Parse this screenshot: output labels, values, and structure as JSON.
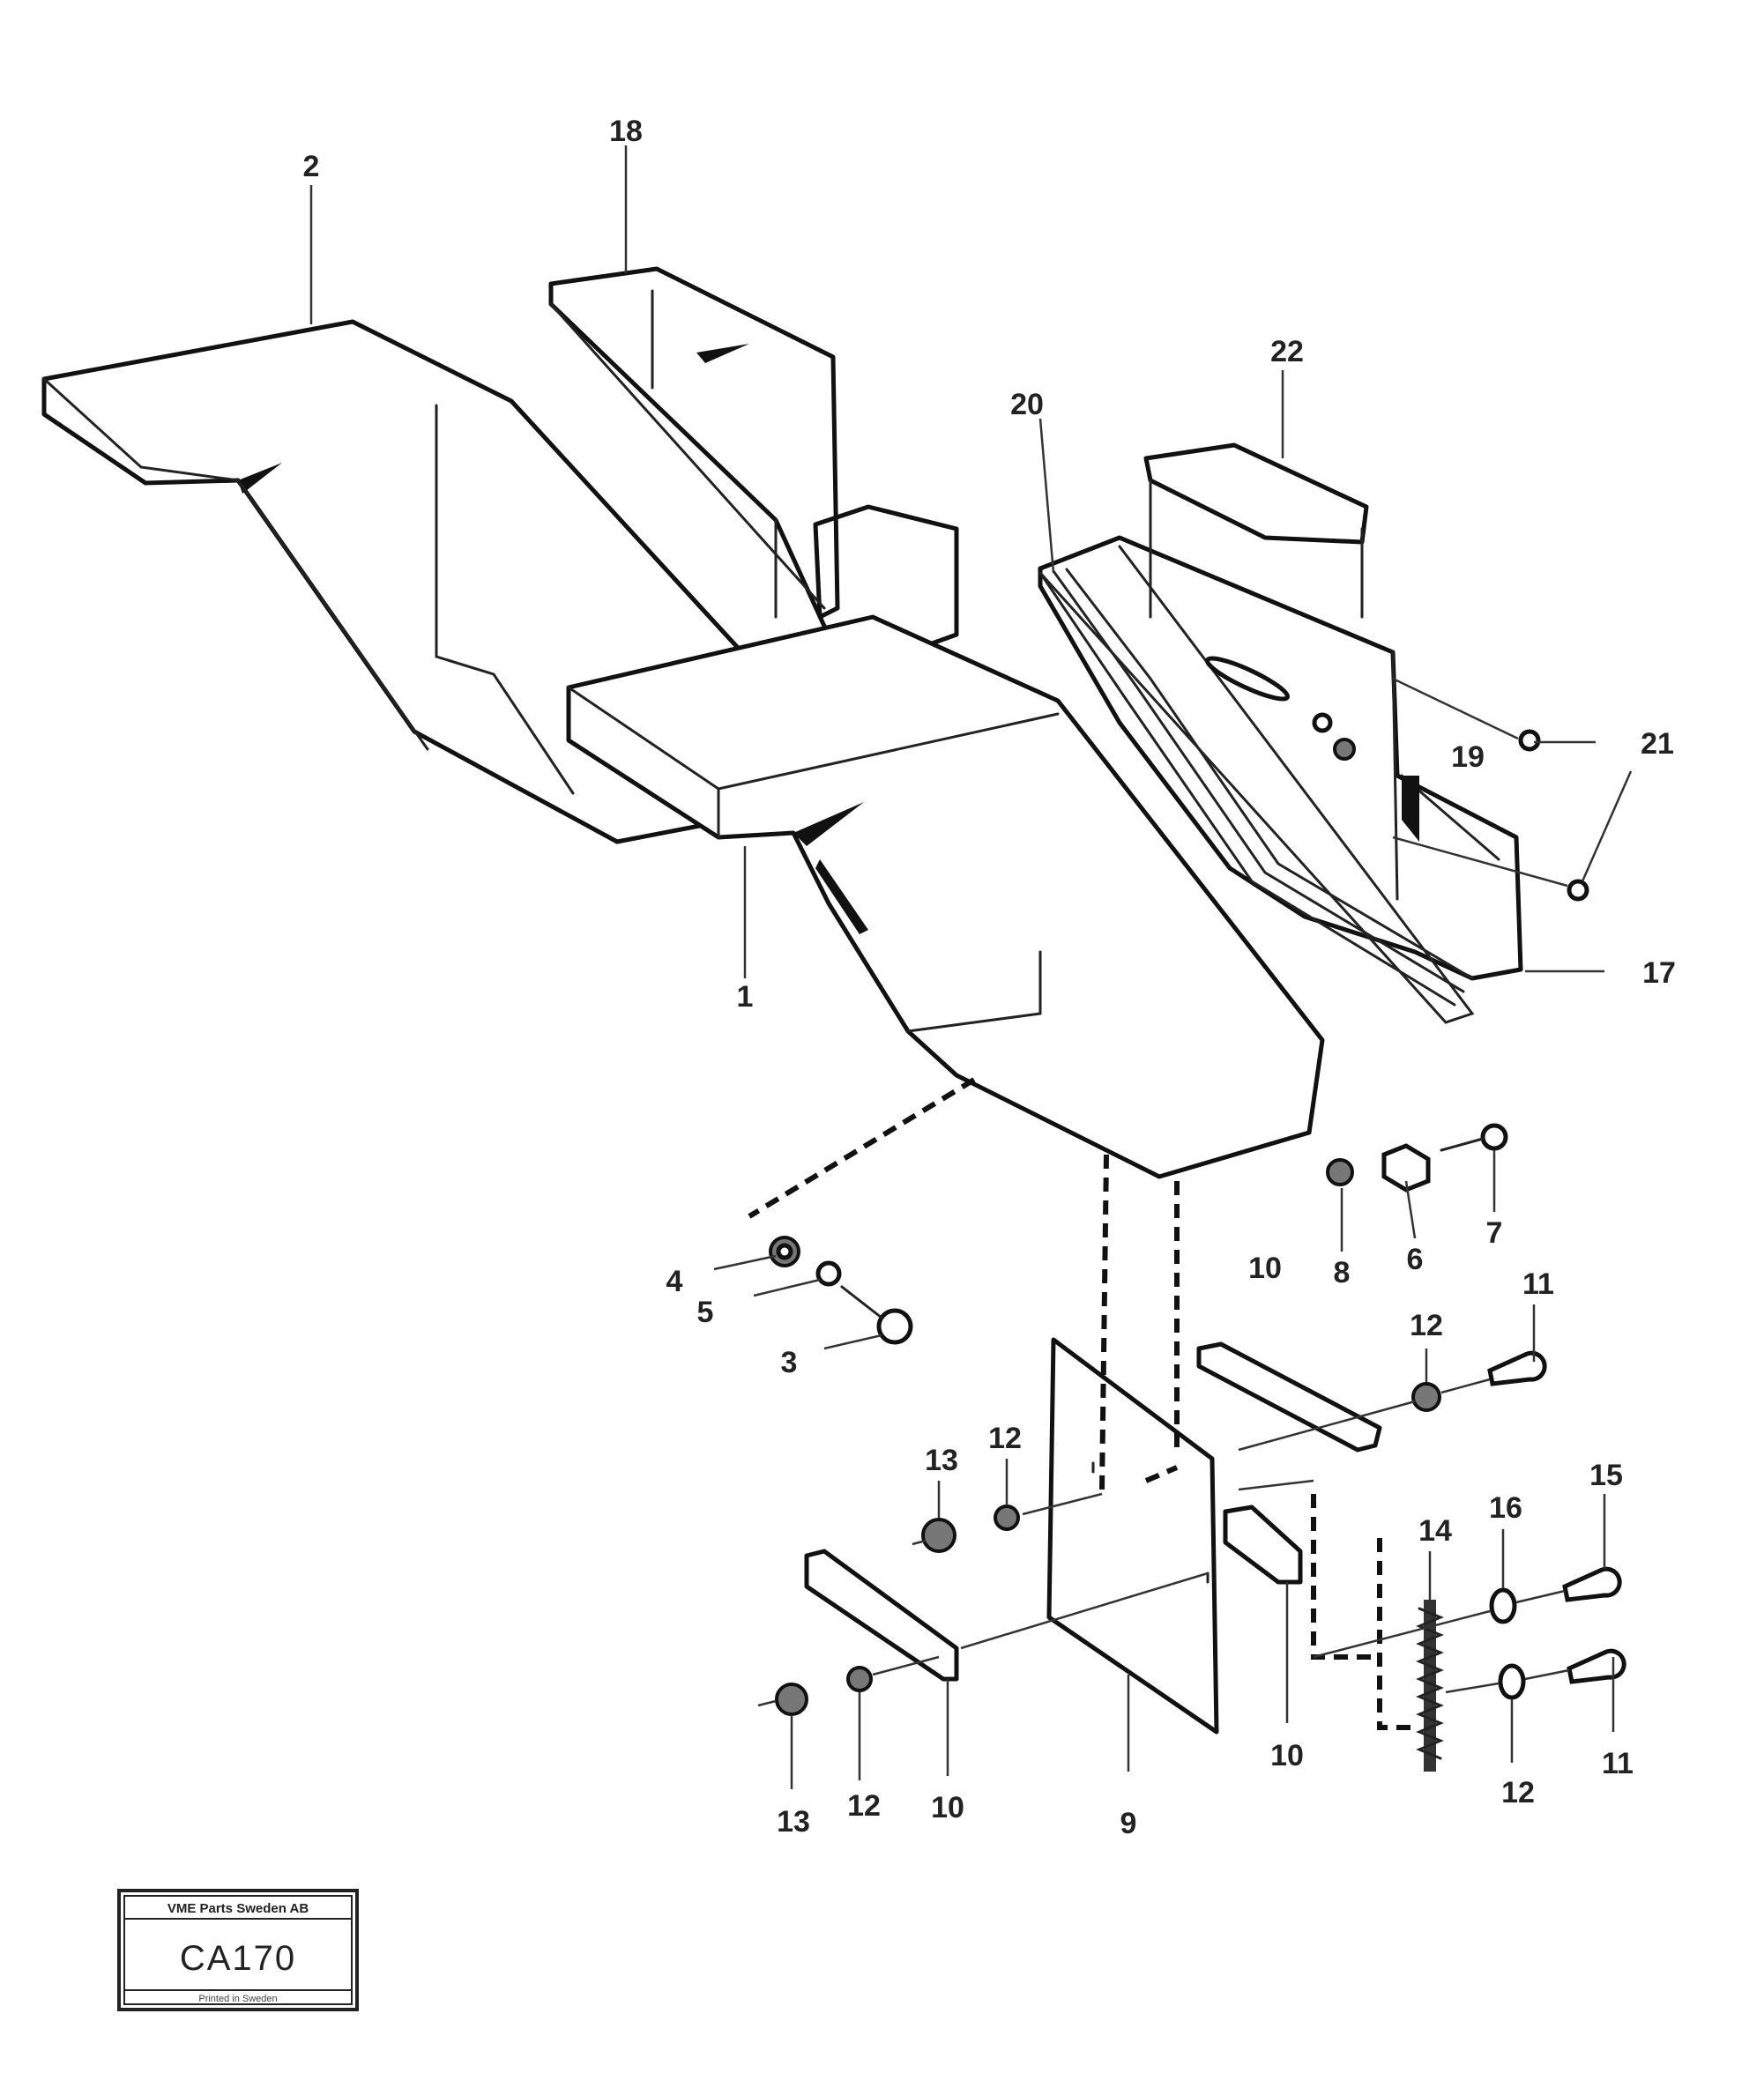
{
  "callouts": {
    "c1": "1",
    "c2": "2",
    "c3": "3",
    "c4": "4",
    "c5": "5",
    "c6": "6",
    "c7": "7",
    "c8": "8",
    "c9": "9",
    "c10a": "10",
    "c10b": "10",
    "c10c": "10",
    "c11a": "11",
    "c11b": "11",
    "c12a": "12",
    "c12b": "12",
    "c12c": "12",
    "c12d": "12",
    "c13a": "13",
    "c13b": "13",
    "c14": "14",
    "c15": "15",
    "c16": "16",
    "c17": "17",
    "c18": "18",
    "c19": "19",
    "c20": "20",
    "c21": "21",
    "c22": "22"
  },
  "stamp": {
    "header": "VME Parts Sweden AB",
    "code": "CA170",
    "footer": "Printed in Sweden"
  }
}
